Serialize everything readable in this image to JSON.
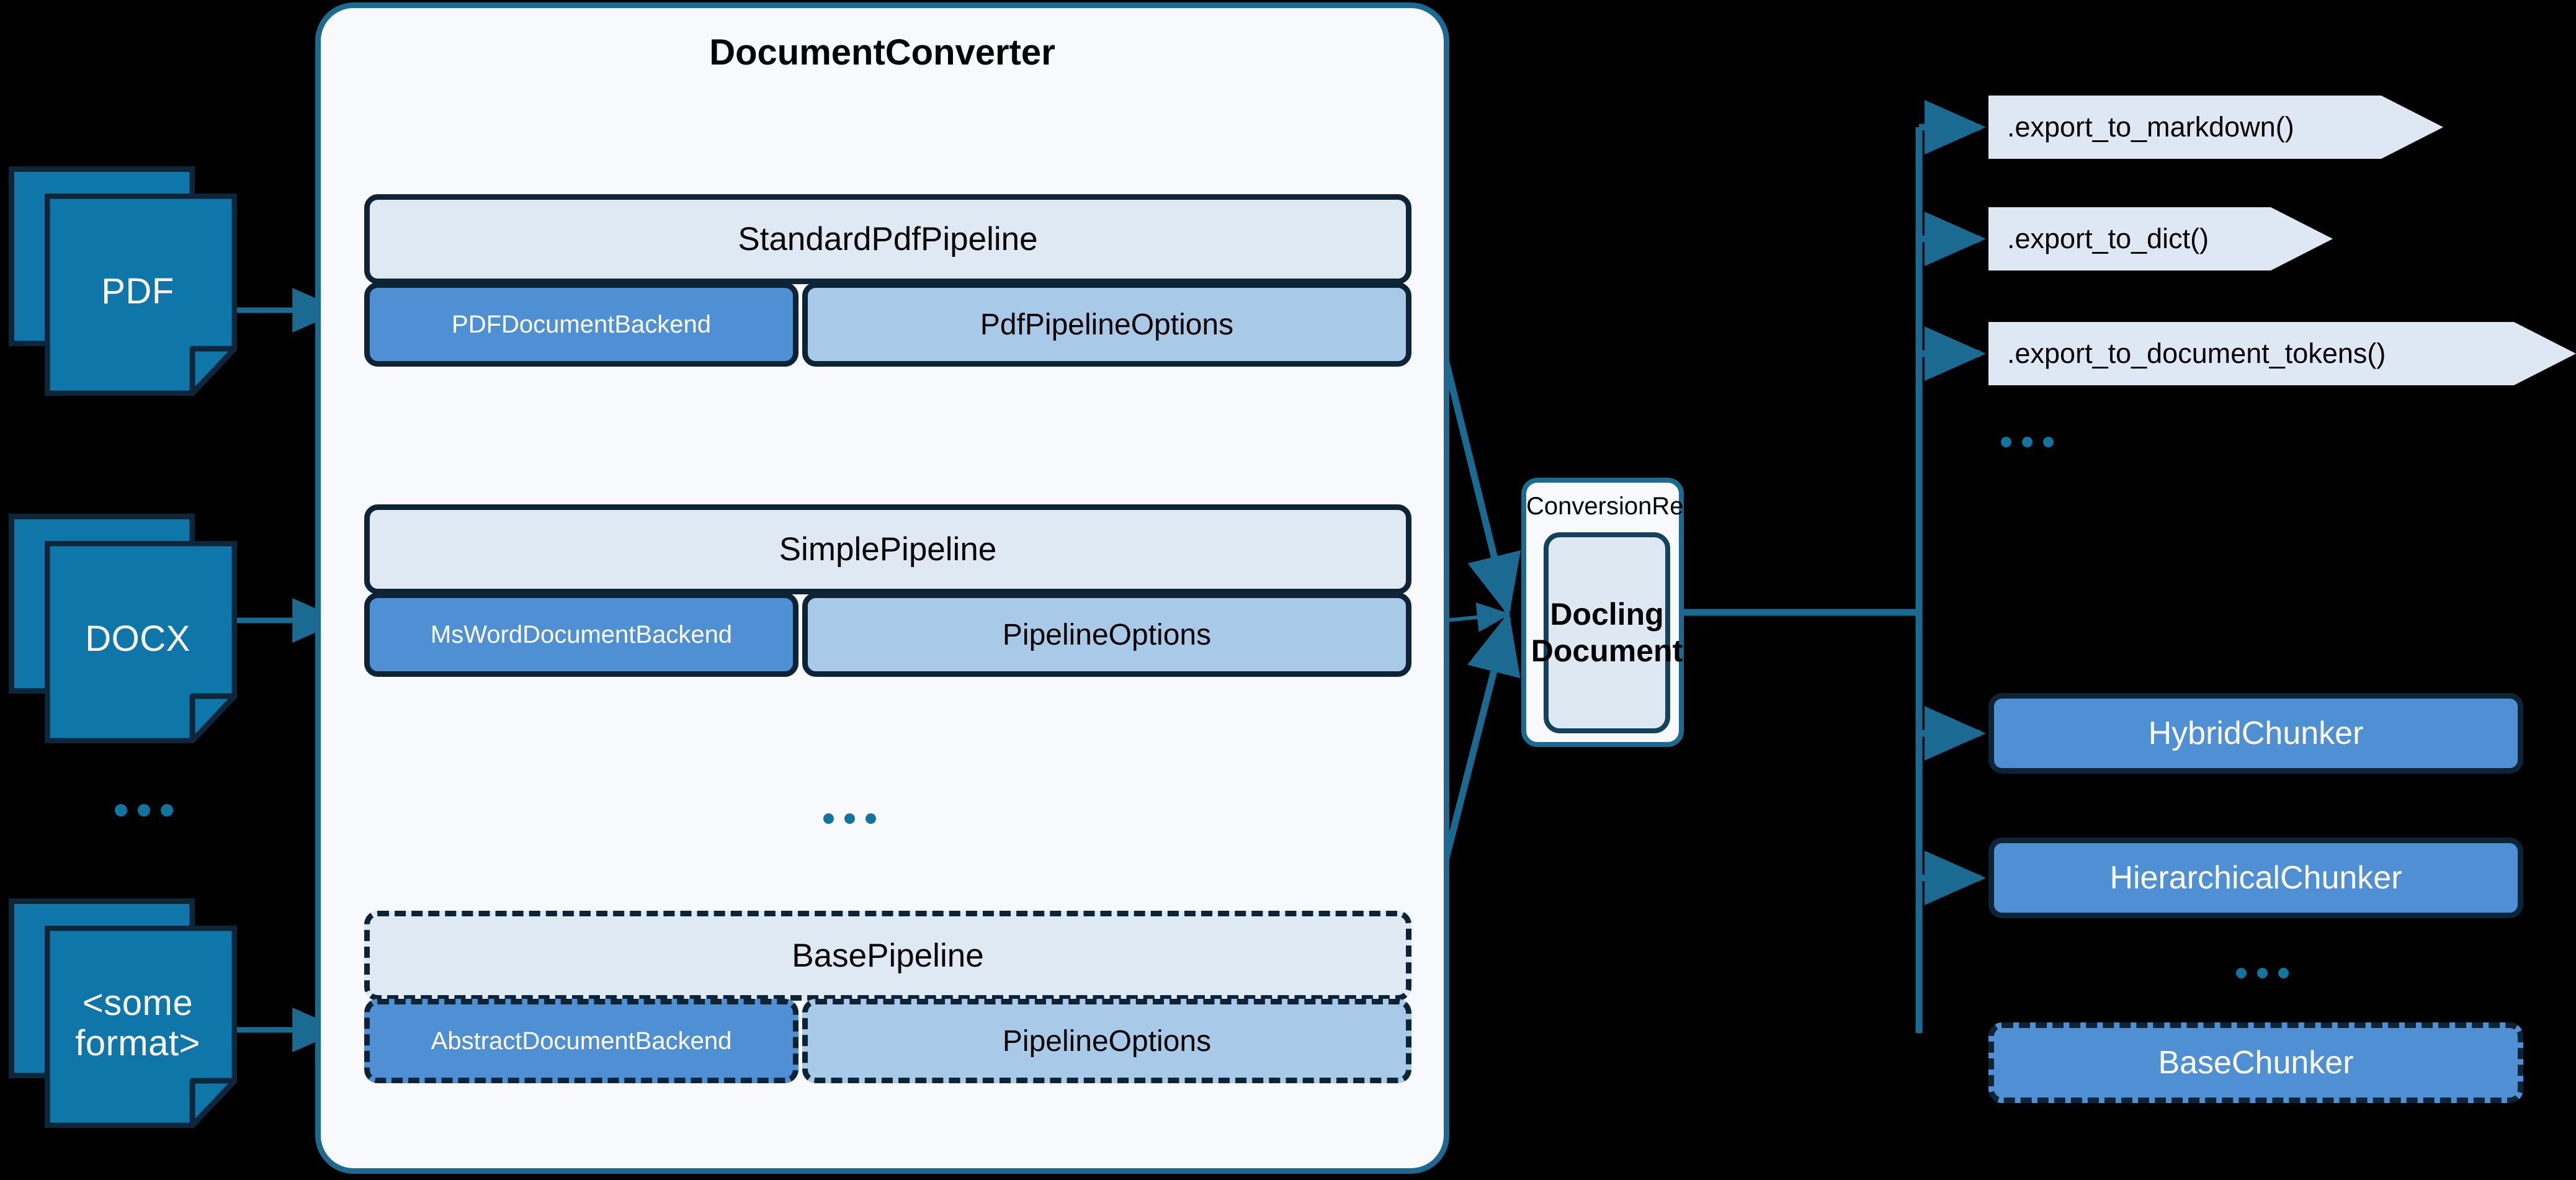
{
  "diagram": {
    "title": "DocumentConverter",
    "ellipsis": "..."
  },
  "inputs": [
    {
      "label": "PDF",
      "icon": "document-stack-icon"
    },
    {
      "label": "DOCX",
      "icon": "document-stack-icon"
    },
    {
      "label": "<some\nformat>",
      "label_line1": "<some",
      "label_line2": "format>",
      "icon": "document-stack-icon"
    }
  ],
  "input_ellipsis": "...",
  "pipelines": [
    {
      "name": "StandardPdfPipeline",
      "backend": "PDFDocumentBackend",
      "options": "PdfPipelineOptions",
      "abstract": false
    },
    {
      "name": "SimplePipeline",
      "backend": "MsWordDocumentBackend",
      "options": "PipelineOptions",
      "abstract": false
    },
    {
      "name": "BasePipeline",
      "backend": "AbstractDocumentBackend",
      "options": "PipelineOptions",
      "abstract": true
    }
  ],
  "pipeline_ellipsis": "...",
  "result": {
    "label": "ConversionResult",
    "document_line1": "Docling",
    "document_line2": "Document"
  },
  "exports": [
    {
      "label": ".export_to_markdown()"
    },
    {
      "label": ".export_to_dict()"
    },
    {
      "label": ".export_to_document_tokens()"
    }
  ],
  "export_ellipsis": "...",
  "chunkers": [
    {
      "label": "HybridChunker",
      "abstract": false
    },
    {
      "label": "HierarchicalChunker",
      "abstract": false
    },
    {
      "label": "BaseChunker",
      "abstract": true
    }
  ],
  "chunker_ellipsis": "...",
  "colors": {
    "background": "#000000",
    "panel_fill": "#F7F9FD",
    "panel_border": "#1A6A91",
    "doc_fill": "#0E76A8",
    "doc_border": "#0B2739",
    "pipeline_head_fill": "#DEE9F4",
    "backend_fill": "#4F90D4",
    "options_fill": "#A8CAE8",
    "card_border": "#0D2436",
    "export_fill": "#DEE8F5",
    "connector": "#1A6A91",
    "accent_dot": "#1175A0"
  }
}
